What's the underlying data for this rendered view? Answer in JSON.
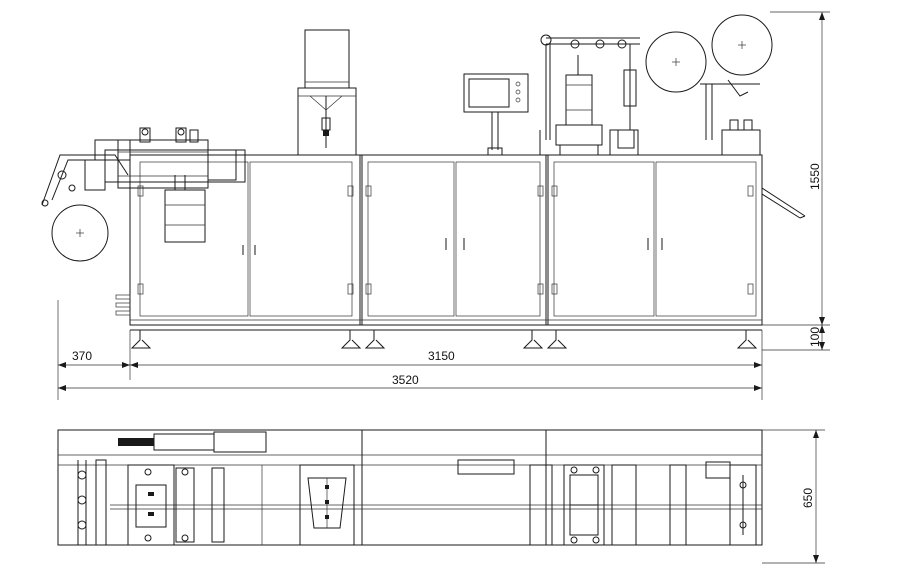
{
  "dimensions": {
    "infeed_length": "370",
    "machine_length": "3150",
    "overall_length": "3520",
    "machine_height": "1550",
    "leg_height": "100",
    "machine_width": "650"
  }
}
